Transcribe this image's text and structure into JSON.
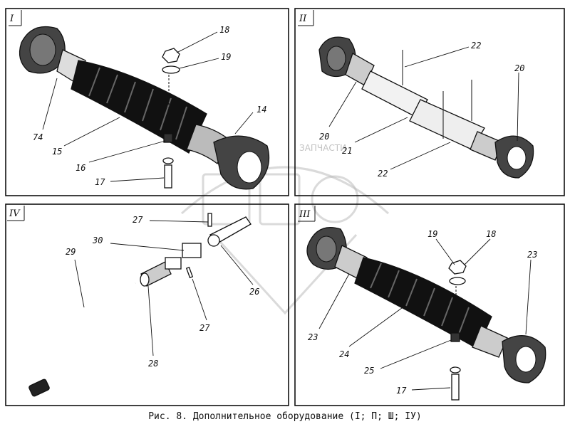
{
  "panels": [
    {
      "roman": "I",
      "labels": [
        "18",
        "19",
        "74",
        "14",
        "15",
        "16",
        "17"
      ]
    },
    {
      "roman": "II",
      "labels": [
        "22",
        "20",
        "20",
        "21",
        "22"
      ]
    },
    {
      "roman": "IV",
      "labels": [
        "27",
        "30",
        "29",
        "26",
        "27",
        "28"
      ]
    },
    {
      "roman": "III",
      "labels": [
        "19",
        "18",
        "23",
        "23",
        "24",
        "25",
        "17"
      ]
    }
  ],
  "watermark": {
    "text": "ЗАПЧАСТИ",
    "letters": "ЗПФ"
  },
  "caption": "Рис. 8. Дополнительное оборудование (I; П; Ш; IУ)"
}
